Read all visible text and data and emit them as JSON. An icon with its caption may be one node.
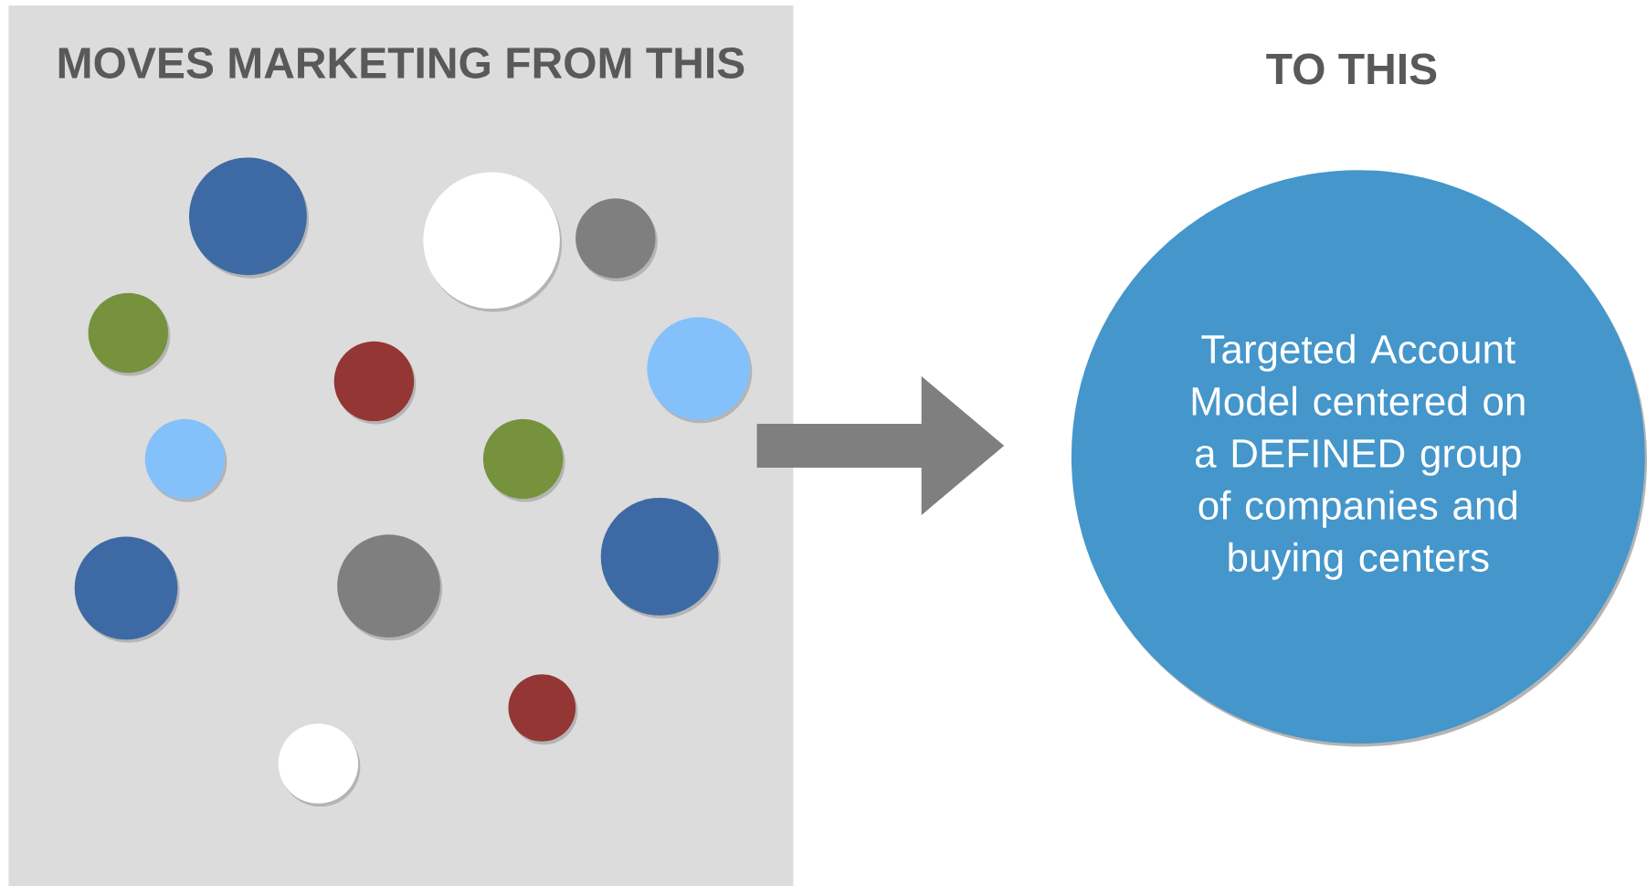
{
  "diagram": {
    "nodes": [
      {
        "text": [
          "MOVES MARKETING FROM THIS"
        ]
      },
      {
        "text": [],
        "shape": "circle",
        "in": 0
      },
      {
        "text": [],
        "shape": "circle",
        "in": 0
      },
      {
        "text": [],
        "shape": "circle",
        "in": 0
      },
      {
        "text": [],
        "shape": "circle",
        "in": 0
      },
      {
        "text": [],
        "shape": "circle",
        "in": 0
      },
      {
        "text": [],
        "shape": "circle",
        "in": 0
      },
      {
        "text": [],
        "shape": "circle",
        "in": 0
      },
      {
        "text": [],
        "shape": "circle",
        "in": 0
      },
      {
        "text": [],
        "shape": "circle",
        "in": 0
      },
      {
        "text": [],
        "shape": "circle",
        "in": 0
      },
      {
        "text": [],
        "shape": "circle",
        "in": 0
      },
      {
        "text": [],
        "shape": "circle",
        "in": 0
      },
      {
        "text": [],
        "shape": "circle",
        "in": 0
      },
      {
        "text": [
          "Targeted Account Model centered on a DEFINED group of companies and buying centers"
        ]
      }
    ],
    "edges": [
      {
        "from": 0,
        "to": 14,
        "arrow": "to"
      }
    ],
    "labels": [
      "TO THIS"
    ]
  }
}
